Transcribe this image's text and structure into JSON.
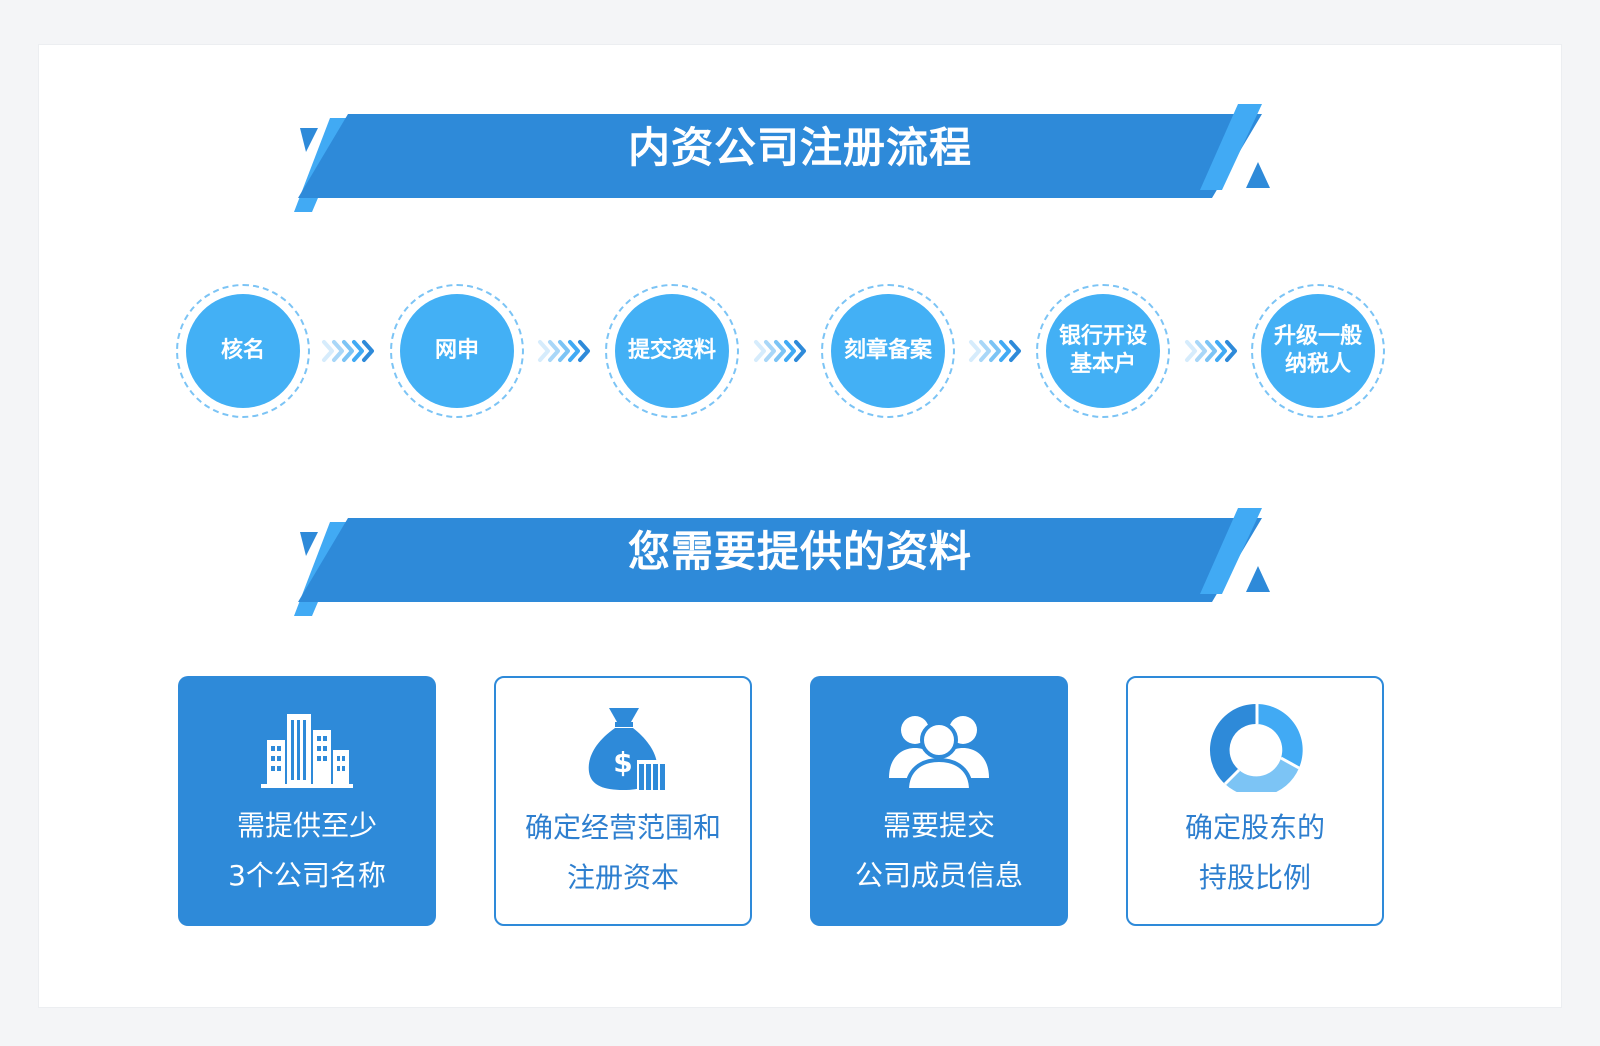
{
  "colors": {
    "banner_primary": "#2e8ad9",
    "banner_accent": "#41aaf4",
    "step_fill": "#43b0f5",
    "step_ring": "#7cc4f5",
    "card_blue": "#2e8ad9",
    "card_text_blue": "#2e7fcf"
  },
  "process_banner": {
    "title": "内资公司注册流程"
  },
  "steps": [
    {
      "label": "核名"
    },
    {
      "label": "网申"
    },
    {
      "label": "提交资料"
    },
    {
      "label": "刻章备案"
    },
    {
      "label": "银行开设\n基本户"
    },
    {
      "label": "升级一般\n纳税人"
    }
  ],
  "step_arrow_icon": "chevron-right-icon",
  "materials_banner": {
    "title": "您需要提供的资料"
  },
  "cards": [
    {
      "icon": "buildings-icon",
      "line1": "需提供至少",
      "line2": "3个公司名称",
      "style": "solid"
    },
    {
      "icon": "money-bag-icon",
      "line1": "确定经营范围和",
      "line2": "注册资本",
      "style": "outline"
    },
    {
      "icon": "people-group-icon",
      "line1": "需要提交",
      "line2": "公司成员信息",
      "style": "solid"
    },
    {
      "icon": "donut-chart-icon",
      "line1": "确定股东的",
      "line2": "持股比例",
      "style": "outline"
    }
  ]
}
